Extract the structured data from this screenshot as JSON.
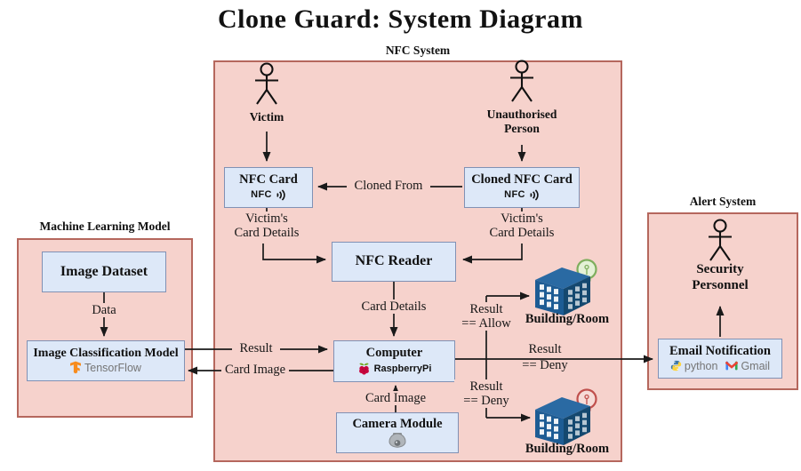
{
  "title": "Clone Guard: System Diagram",
  "regions": {
    "nfc_system": {
      "label": "NFC System"
    },
    "machine_learning": {
      "label": "Machine Learning Model"
    },
    "alert_system": {
      "label": "Alert System"
    }
  },
  "actors": {
    "victim": {
      "label": "Victim"
    },
    "unauthorised_person": {
      "label": "Unauthorised\nPerson"
    },
    "security_personnel": {
      "label": "Security\nPersonnel"
    }
  },
  "nodes": {
    "nfc_card": {
      "label": "NFC Card",
      "logo": "NFC"
    },
    "cloned_nfc_card": {
      "label": "Cloned NFC Card",
      "logo": "NFC"
    },
    "nfc_reader": {
      "label": "NFC Reader"
    },
    "computer": {
      "label": "Computer",
      "logo": "RaspberryPi"
    },
    "camera_module": {
      "label": "Camera Module"
    },
    "image_dataset": {
      "label": "Image Dataset"
    },
    "image_classification_model": {
      "label": "Image Classification Model",
      "logo": "TensorFlow"
    },
    "email_notification": {
      "label": "Email Notification",
      "logo_python": "python",
      "logo_gmail": "Gmail"
    }
  },
  "buildings": {
    "allow": {
      "label": "Building/Room"
    },
    "deny": {
      "label": "Building/Room"
    }
  },
  "edges": {
    "cloned_from": "Cloned From",
    "victims_card_details_left": "Victim's\nCard Details",
    "victims_card_details_right": "Victim's\nCard Details",
    "card_details": "Card Details",
    "result": "Result",
    "card_image": "Card Image",
    "data": "Data",
    "card_image_camera": "Card Image",
    "result_allow": "Result\n== Allow",
    "result_deny_building": "Result\n== Deny",
    "result_deny_email": "Result\n== Deny"
  },
  "colors": {
    "region_fill": "#f6d2cc",
    "region_border": "#b5675d",
    "node_fill": "#dde8f8",
    "node_border": "#8191b4",
    "building_blue": "#1d5c94",
    "bulb_allow": "#7fae5e",
    "bulb_deny": "#c0504d",
    "tensorflow_orange": "#f78c1e",
    "python_blue": "#3b77a8",
    "python_yellow": "#ffd43b",
    "gmail_red": "#ea4335",
    "raspberry_red": "#c7053d",
    "raspberry_green": "#75a928"
  }
}
